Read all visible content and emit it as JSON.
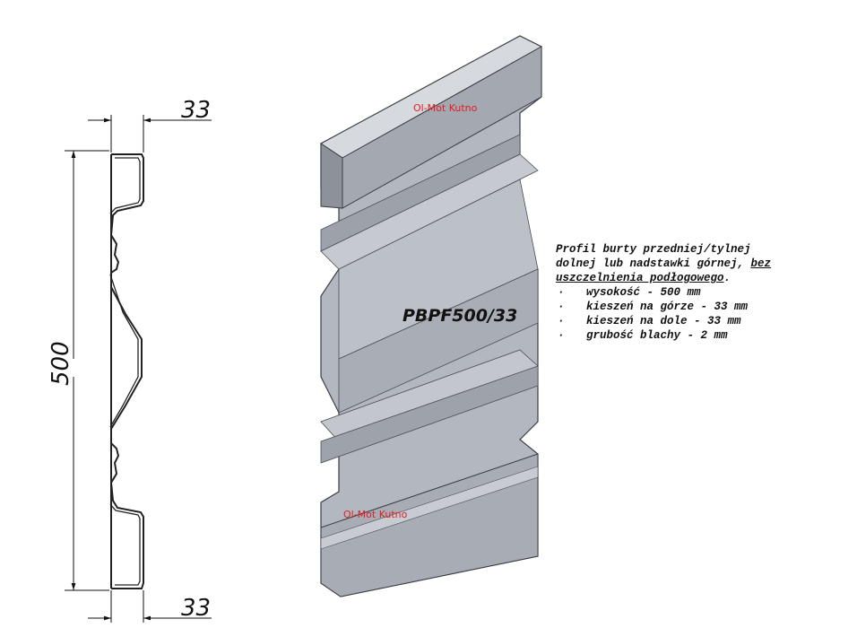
{
  "dimensions": {
    "top_width": "33",
    "bottom_width": "33",
    "height": "500"
  },
  "labels": {
    "brand_top": "Ol-Mot Kutno",
    "brand_bottom": "Ol-Mot Kutno",
    "model": "PBPF500/33"
  },
  "spec": {
    "title_line1": "Profil burty przedniej/tylnej",
    "title_line2_a": "dolnej lub nadstawki górnej, ",
    "title_line2_b": "bez",
    "title_line3_a": "uszczelnienia podłogowego",
    "title_line3_b": ".",
    "items": [
      "wysokość - 500 mm",
      "kieszeń na górze - 33 mm",
      "kieszeń na dole - 33 mm",
      "grubość blachy - 2 mm"
    ]
  },
  "colors": {
    "metal_light": "#c9ccd2",
    "metal_mid": "#a9adb6",
    "metal_dark": "#80858f",
    "outline": "#2a2d33"
  }
}
